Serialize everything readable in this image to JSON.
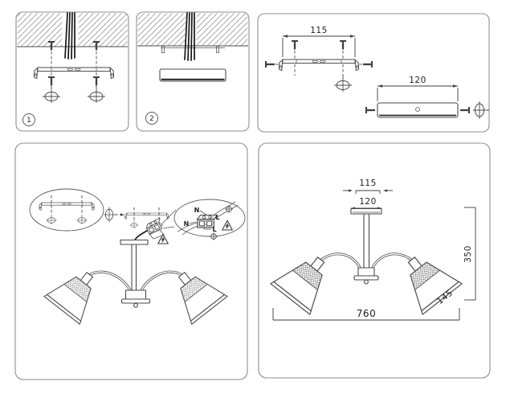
{
  "document_type": "ceiling-lamp assembly instruction diagram",
  "steps": [
    {
      "label": "1"
    },
    {
      "label": "2"
    }
  ],
  "dimensions": {
    "bracket_width": "115",
    "canopy_width": "120",
    "height": "350",
    "total_width": "760",
    "shade_size": "145"
  },
  "wiring": {
    "neutral": "N",
    "live": "L"
  },
  "icons": [
    "screw-anchor-icon",
    "earth-screw-icon",
    "warning-electricity-icon"
  ],
  "colors": {
    "background": "#ffffff",
    "panel_border": "#8f8f8f",
    "line": "#4a4a4a",
    "wire": "#171717",
    "hatch": "#9b9b9b",
    "text": "#1f1f1f"
  }
}
